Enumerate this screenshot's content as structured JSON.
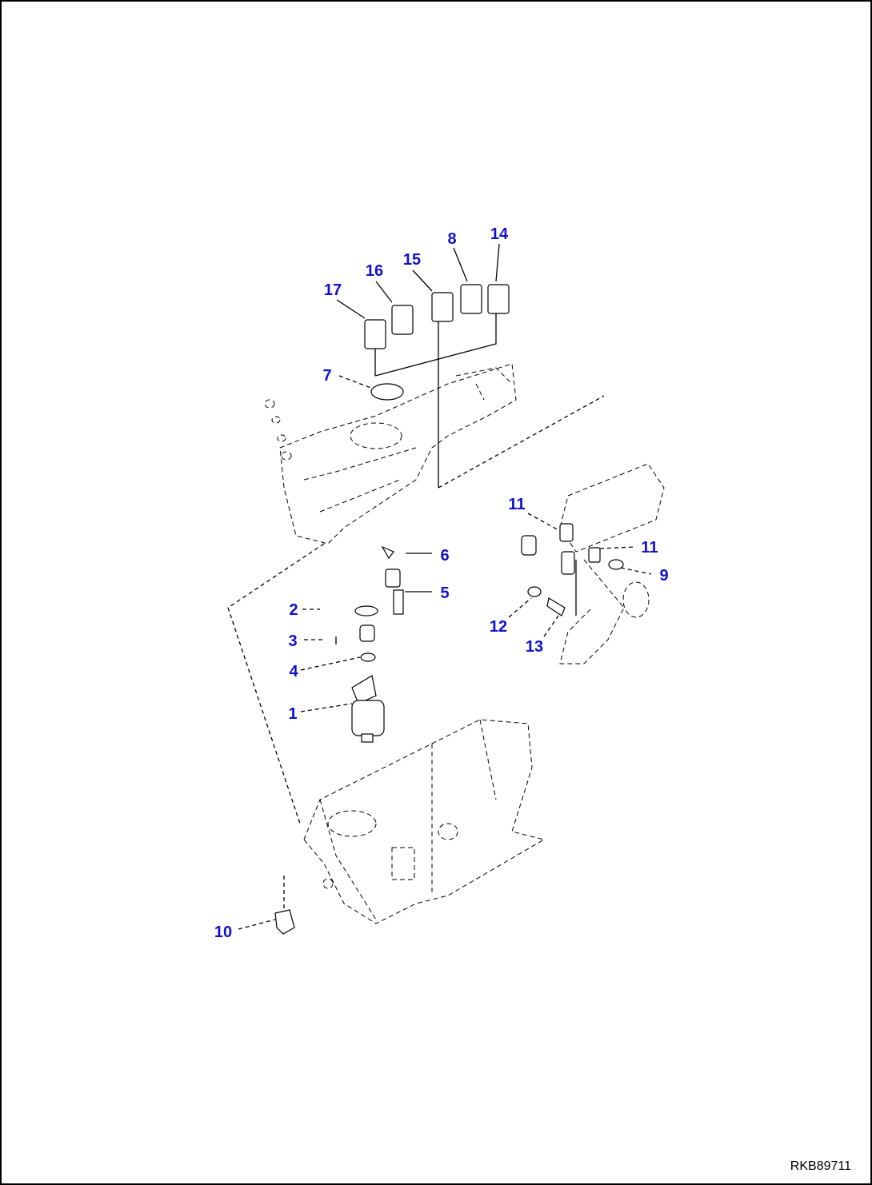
{
  "callouts": [
    {
      "id": "1",
      "text": "1"
    },
    {
      "id": "2",
      "text": "2"
    },
    {
      "id": "3",
      "text": "3"
    },
    {
      "id": "4",
      "text": "4"
    },
    {
      "id": "5",
      "text": "5"
    },
    {
      "id": "6",
      "text": "6"
    },
    {
      "id": "7",
      "text": "7"
    },
    {
      "id": "8",
      "text": "8"
    },
    {
      "id": "9",
      "text": "9"
    },
    {
      "id": "10",
      "text": "10"
    },
    {
      "id": "11a",
      "text": "11"
    },
    {
      "id": "11b",
      "text": "11"
    },
    {
      "id": "12",
      "text": "12"
    },
    {
      "id": "13",
      "text": "13"
    },
    {
      "id": "14",
      "text": "14"
    },
    {
      "id": "15",
      "text": "15"
    },
    {
      "id": "16",
      "text": "16"
    },
    {
      "id": "17",
      "text": "17"
    }
  ],
  "drawing_ref": "RKB89711",
  "colors": {
    "callout": "#1010d0",
    "line": "#000000",
    "background": "#ffffff"
  }
}
